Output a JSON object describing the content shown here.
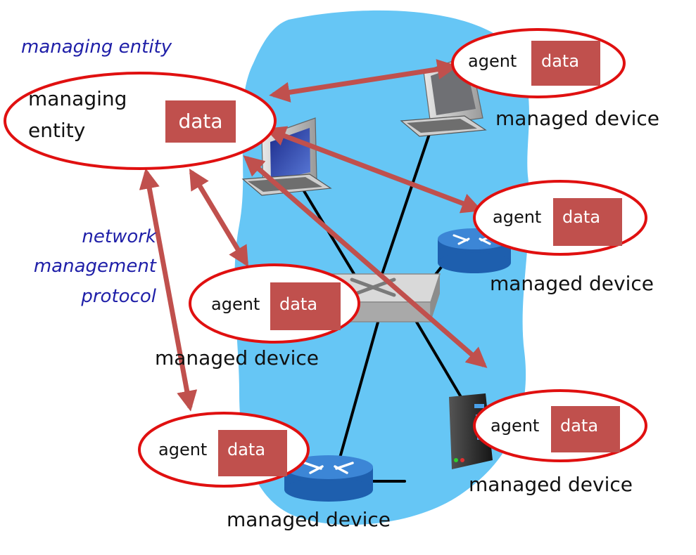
{
  "diagram": {
    "title_label": "managing entity",
    "protocol_label": [
      "network",
      "management",
      "protocol"
    ],
    "manager": {
      "label_line1": "managing",
      "label_line2": "entity",
      "data_label": "data"
    },
    "agents": [
      {
        "agent_label": "agent",
        "data_label": "data",
        "device_label": "managed device"
      },
      {
        "agent_label": "agent",
        "data_label": "data",
        "device_label": "managed device"
      },
      {
        "agent_label": "agent",
        "data_label": "data",
        "device_label": "managed device"
      },
      {
        "agent_label": "agent",
        "data_label": "data",
        "device_label": "managed device"
      },
      {
        "agent_label": "agent",
        "data_label": "data",
        "device_label": "managed device"
      }
    ],
    "colors": {
      "network_cloud": "#66c6f5",
      "ellipse_stroke": "#e01010",
      "data_box": "#c0504d",
      "arrow": "#c0504d",
      "italic_text": "#1f1fa8",
      "router": "#2a6fc0"
    },
    "icons": [
      "desktop-computer-icon",
      "router-icon",
      "switch-icon",
      "server-icon"
    ]
  }
}
